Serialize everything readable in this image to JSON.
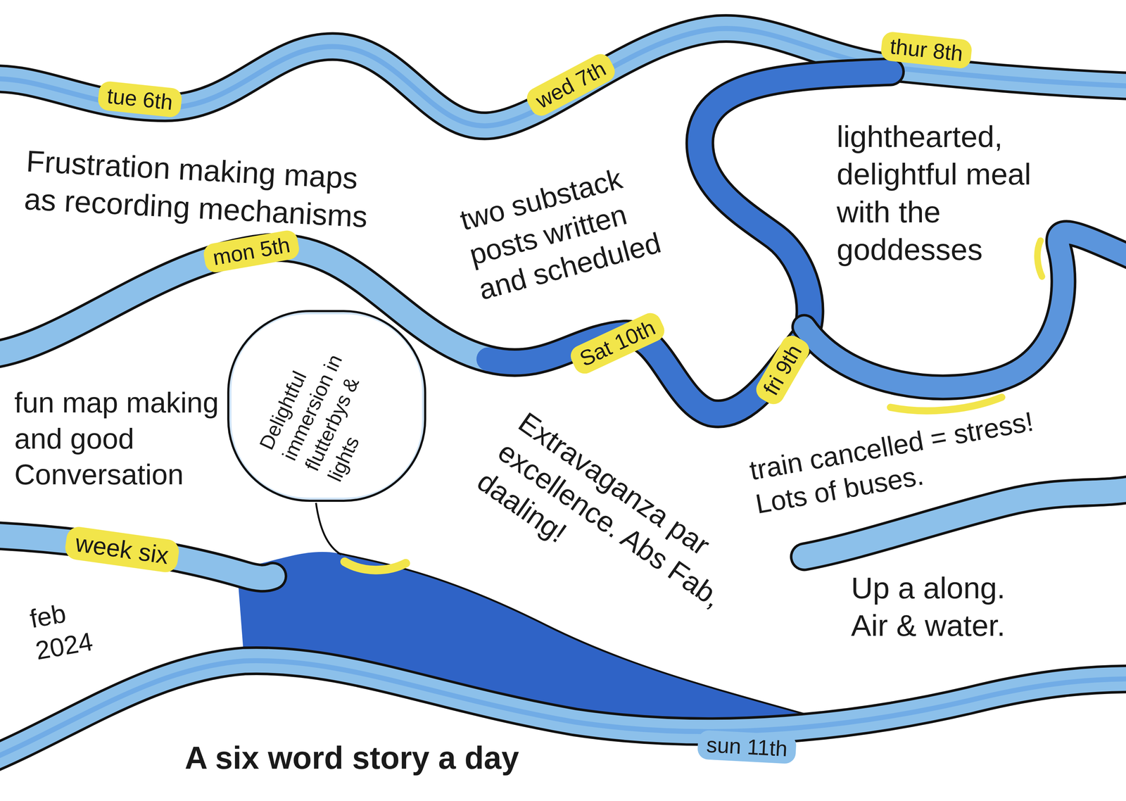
{
  "diagram": {
    "caption": "A six word story a day",
    "nodes": [
      {
        "text": [
          "Delightful immersion in flutterbys & lights"
        ]
      }
    ],
    "labels": [
      "tue 6th",
      "Frustration making maps as recording mechanisms",
      "wed 7th",
      "two substack posts written and scheduled",
      "thur 8th",
      "lighthearted, delightful meal with the goddesses",
      "mon 5th",
      "fun map making and good Conversation",
      "Sat 10th",
      "Extravaganza par excellence. Abs Fab, daaling!",
      "fri 9th",
      "train cancelled = stress! Lots of buses.",
      "week six",
      "feb 2024",
      "Up a along. Air & water.",
      "sun 11th"
    ]
  }
}
